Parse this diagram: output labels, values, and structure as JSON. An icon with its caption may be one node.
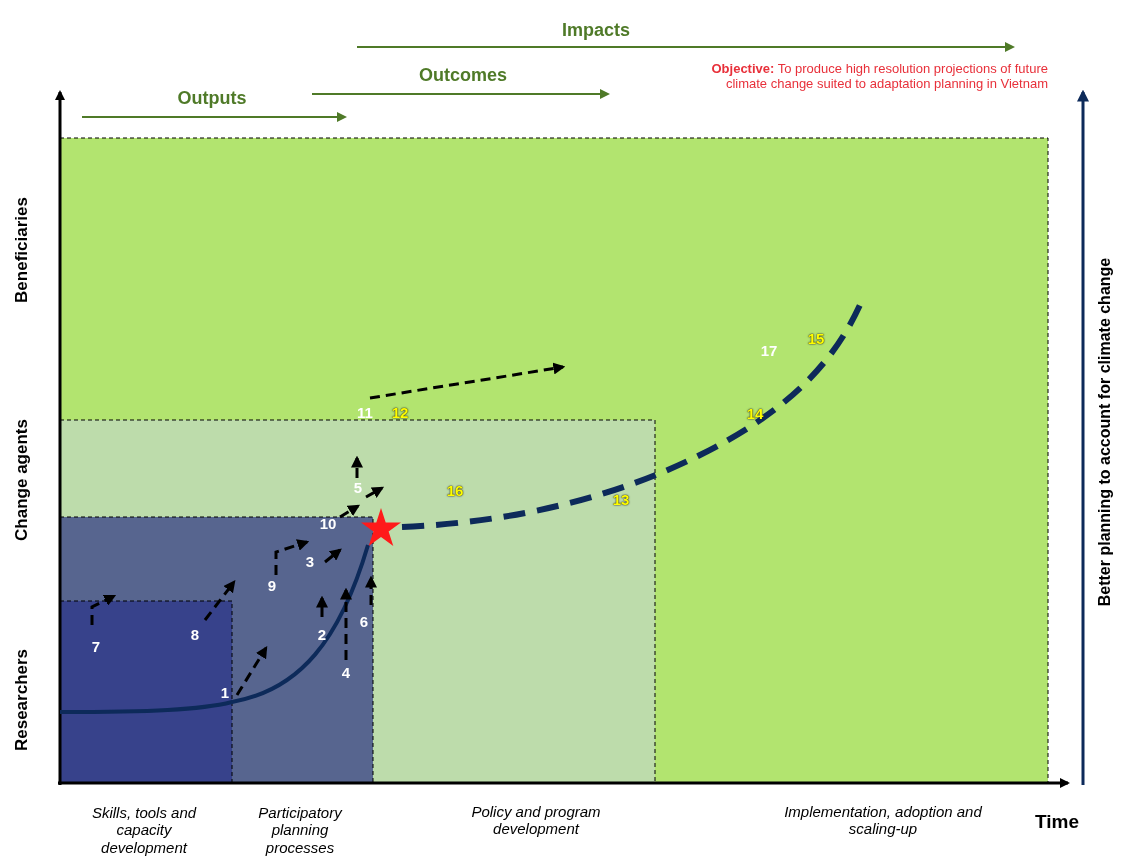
{
  "diagram": {
    "labels": [
      "Impacts",
      "Outcomes",
      "Outputs",
      "**Objective:** To  produce high resolution projections of future climate change suited to adaptation planning in Vietnam",
      "Beneficiaries",
      "Change agents",
      "Researchers",
      "Better planning to account for climate change",
      "17",
      "15",
      "11",
      "12",
      "14",
      "5",
      "16",
      "13",
      "10",
      "3",
      "9",
      "6",
      "8",
      "2",
      "7",
      "4",
      "1",
      "Skills, tools and capacity development",
      "Participatory planning processes",
      "Policy and program development",
      "Implementation, adoption and scaling-up",
      "Time"
    ]
  }
}
